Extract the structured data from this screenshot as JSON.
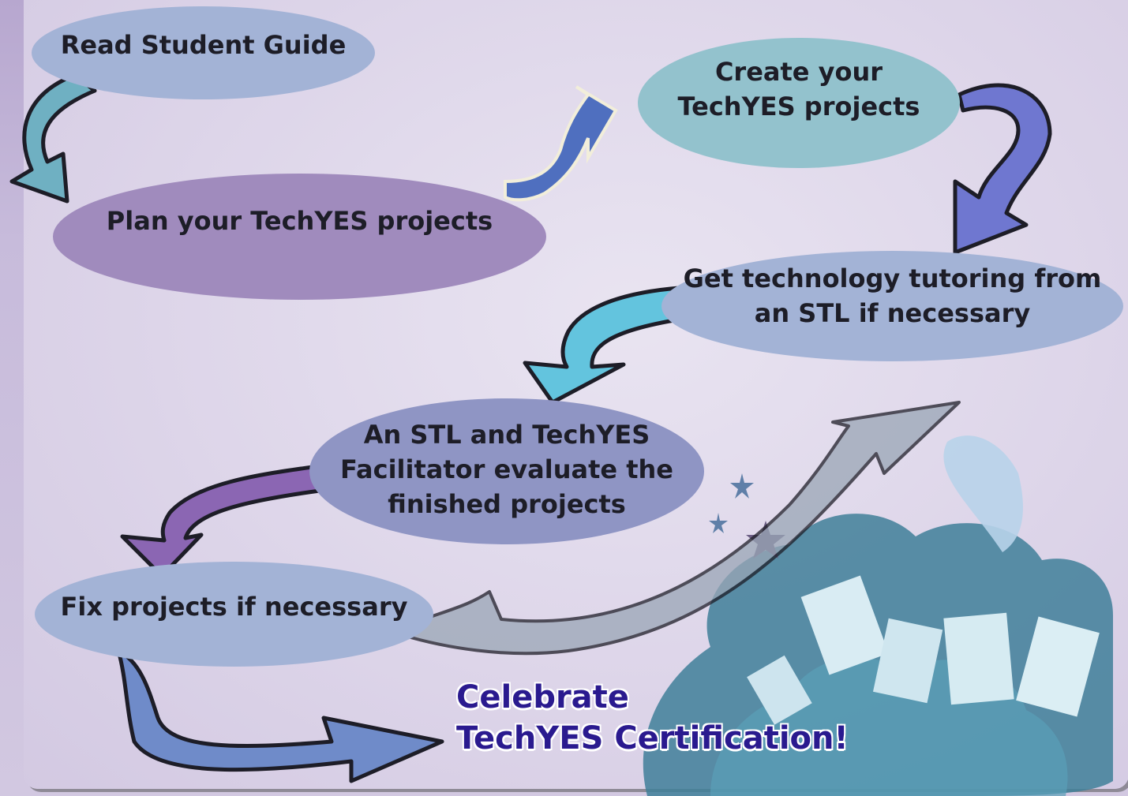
{
  "steps": {
    "read_guide": "Read Student Guide",
    "plan": "Plan your TechYES projects",
    "create": [
      "Create your",
      "TechYES projects"
    ],
    "tutoring": [
      "Get technology tutoring from",
      "an STL if necessary"
    ],
    "evaluate": [
      "An STL and TechYES",
      "Facilitator evaluate the",
      "finished projects"
    ],
    "fix": "Fix projects if necessary"
  },
  "celebrate": [
    "Celebrate",
    "TechYES Certification!"
  ],
  "colors": {
    "blue_node": "#a3b3d6",
    "teal_node": "#93c2cd",
    "purple_node": "#a08bbd",
    "slate_node": "#8f95c4",
    "celebrate_text": "#2a1a8f",
    "splash": "#3f7f99"
  }
}
